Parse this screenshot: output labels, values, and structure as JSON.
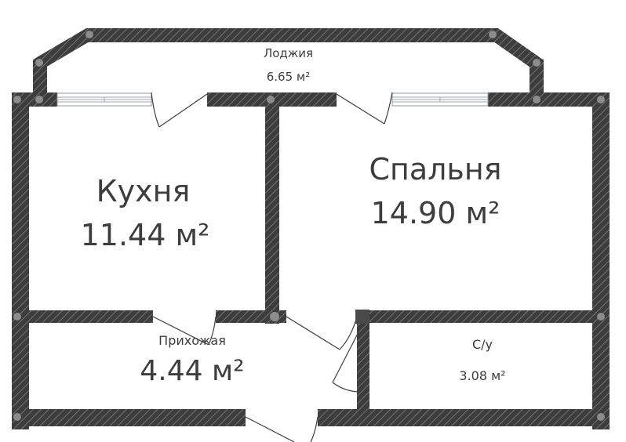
{
  "rooms": {
    "loggia": {
      "name": "Лоджия",
      "area": "6.65 м²"
    },
    "kitchen": {
      "name": "Кухня",
      "area": "11.44 м²"
    },
    "bedroom": {
      "name": "Спальня",
      "area": "14.90 м²"
    },
    "hallway": {
      "name": "Прихожая",
      "area": "4.44 м²"
    },
    "bathroom": {
      "name": "С/у",
      "area": "3.08 м²"
    }
  },
  "colors": {
    "wall": "#3d3d3d",
    "hatch": "#8a8a8a",
    "column": "#8c8c8c",
    "window": "#b9c4cc",
    "text": "#3d3d3d"
  }
}
